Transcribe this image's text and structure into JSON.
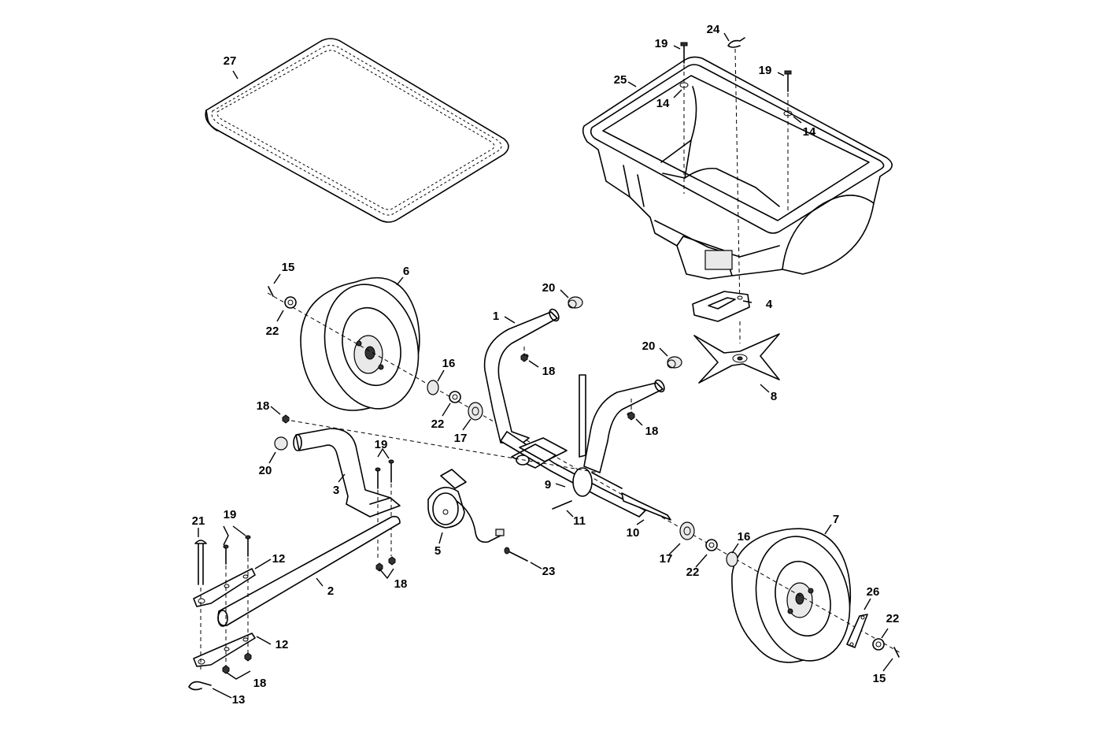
{
  "parts": [
    {
      "id": "c1",
      "name": "callout-1",
      "label": "1"
    },
    {
      "id": "c2",
      "name": "callout-2",
      "label": "2"
    },
    {
      "id": "c3",
      "name": "callout-3",
      "label": "3"
    },
    {
      "id": "c4",
      "name": "callout-4",
      "label": "4"
    },
    {
      "id": "c5",
      "name": "callout-5",
      "label": "5"
    },
    {
      "id": "c6",
      "name": "callout-6",
      "label": "6"
    },
    {
      "id": "c7",
      "name": "callout-7",
      "label": "7"
    },
    {
      "id": "c8",
      "name": "callout-8",
      "label": "8"
    },
    {
      "id": "c9",
      "name": "callout-9",
      "label": "9"
    },
    {
      "id": "c10",
      "name": "callout-10",
      "label": "10"
    },
    {
      "id": "c11",
      "name": "callout-11",
      "label": "11"
    },
    {
      "id": "c12a",
      "name": "callout-12-upper",
      "label": "12"
    },
    {
      "id": "c12b",
      "name": "callout-12-lower",
      "label": "12"
    },
    {
      "id": "c13",
      "name": "callout-13",
      "label": "13"
    },
    {
      "id": "c14a",
      "name": "callout-14-left",
      "label": "14"
    },
    {
      "id": "c14b",
      "name": "callout-14-right",
      "label": "14"
    },
    {
      "id": "c15a",
      "name": "callout-15-left",
      "label": "15"
    },
    {
      "id": "c15b",
      "name": "callout-15-right",
      "label": "15"
    },
    {
      "id": "c16a",
      "name": "callout-16-left",
      "label": "16"
    },
    {
      "id": "c16b",
      "name": "callout-16-right",
      "label": "16"
    },
    {
      "id": "c17a",
      "name": "callout-17-left",
      "label": "17"
    },
    {
      "id": "c17b",
      "name": "callout-17-right",
      "label": "17"
    },
    {
      "id": "c18a",
      "name": "callout-18-handle-left",
      "label": "18"
    },
    {
      "id": "c18b",
      "name": "callout-18-handle-right",
      "label": "18"
    },
    {
      "id": "c18c",
      "name": "callout-18-tongue",
      "label": "18"
    },
    {
      "id": "c18d",
      "name": "callout-18-bracket",
      "label": "18"
    },
    {
      "id": "c18e",
      "name": "callout-18-hitch",
      "label": "18"
    },
    {
      "id": "c19a",
      "name": "callout-19-hopper-left",
      "label": "19"
    },
    {
      "id": "c19b",
      "name": "callout-19-hopper-right",
      "label": "19"
    },
    {
      "id": "c19c",
      "name": "callout-19-bracket",
      "label": "19"
    },
    {
      "id": "c19d",
      "name": "callout-19-hitch",
      "label": "19"
    },
    {
      "id": "c20a",
      "name": "callout-20-top",
      "label": "20"
    },
    {
      "id": "c20b",
      "name": "callout-20-right",
      "label": "20"
    },
    {
      "id": "c20c",
      "name": "callout-20-left",
      "label": "20"
    },
    {
      "id": "c21",
      "name": "callout-21",
      "label": "21"
    },
    {
      "id": "c22a",
      "name": "callout-22-wheel-left",
      "label": "22"
    },
    {
      "id": "c22b",
      "name": "callout-22-axle-left",
      "label": "22"
    },
    {
      "id": "c22c",
      "name": "callout-22-axle-right",
      "label": "22"
    },
    {
      "id": "c22d",
      "name": "callout-22-wheel-right",
      "label": "22"
    },
    {
      "id": "c23",
      "name": "callout-23",
      "label": "23"
    },
    {
      "id": "c24",
      "name": "callout-24",
      "label": "24"
    },
    {
      "id": "c25",
      "name": "callout-25",
      "label": "25"
    },
    {
      "id": "c26",
      "name": "callout-26",
      "label": "26"
    },
    {
      "id": "c27",
      "name": "callout-27",
      "label": "27"
    }
  ]
}
